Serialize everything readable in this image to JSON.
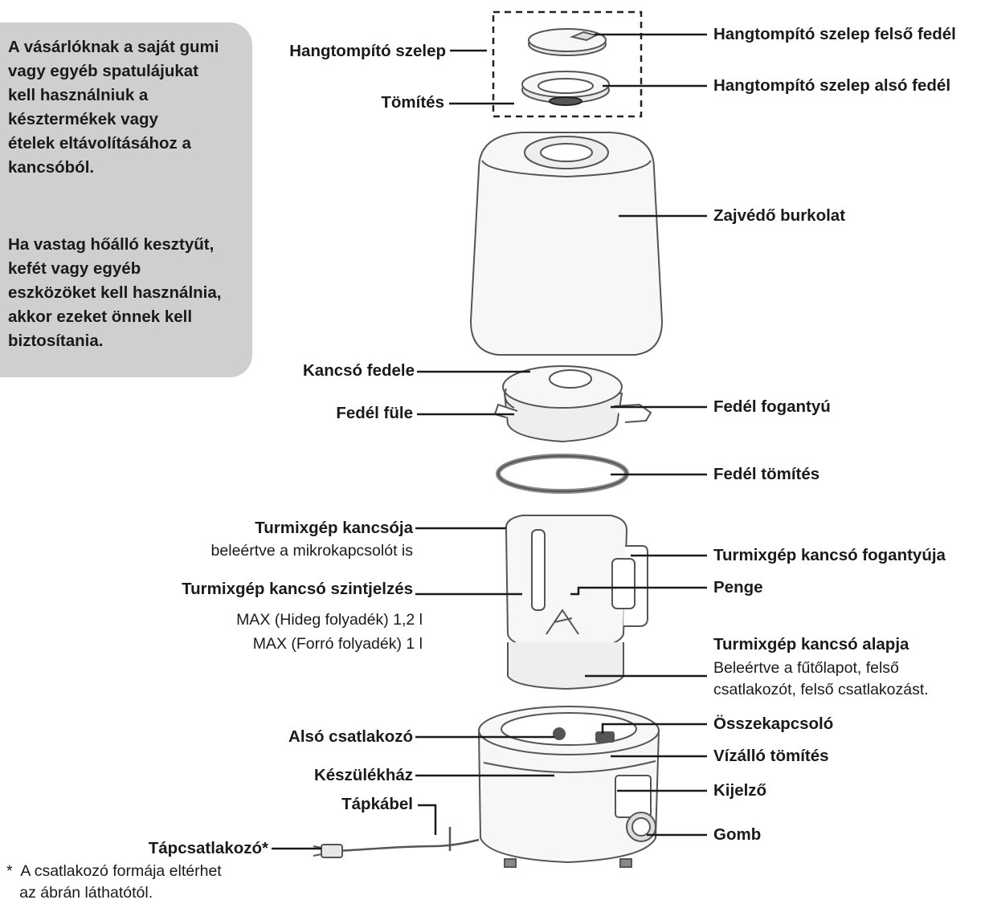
{
  "note": {
    "paragraph1": "A vásárlóknak a saját gumi\nvagy egyéb spatulájukat\nkell használniuk a\nkésztermékek vagy\nételek eltávolításához a\nkancsóból.",
    "paragraph2": "Ha vastag hőálló kesztyűt,\nkefét vagy egyéb\neszközöket kell használnia,\nakkor ezeket önnek kell\nbiztosítania."
  },
  "labels_left": {
    "valve": "Hangtompító szelep",
    "seal": "Tömítés",
    "jug_lid": "Kancsó fedele",
    "lid_ear": "Fedél füle",
    "jug": "Turmixgép kancsója",
    "jug_sub": "beleértve a mikrokapcsolót is",
    "level": "Turmixgép kancsó szintjelzés",
    "level_max_cold": "MAX (Hideg folyadék) 1,2 l",
    "level_max_hot": "MAX (Forró folyadék) 1 l",
    "lower_connector": "Alsó csatlakozó",
    "housing": "Készülékház",
    "power_cable": "Tápkábel",
    "plug": "Tápcsatlakozó*",
    "footnote": "*  A csatlakozó formája eltérhet\n   az ábrán láthatótól."
  },
  "labels_right": {
    "valve_top_cover": "Hangtompító szelep felső fedél",
    "valve_bottom_cover": "Hangtompító szelep alsó fedél",
    "noise_cover": "Zajvédő burkolat",
    "lid_handle": "Fedél fogantyú",
    "lid_seal": "Fedél tömítés",
    "jug_handle": "Turmixgép kancsó fogantyúja",
    "blade": "Penge",
    "jug_base": "Turmixgép kancsó alapja",
    "jug_base_sub": "Beleértve a fűtőlapot, felső\ncsatlakozót, felső csatlakozást.",
    "interlock": "Összekapcsoló",
    "waterproof_seal": "Vízálló tömítés",
    "display": "Kijelző",
    "knob": "Gomb"
  },
  "colors": {
    "note_background": "#cfcfcf",
    "line": "#1a1a1a",
    "part_outline": "#555555",
    "part_fill": "#f7f7f7"
  }
}
